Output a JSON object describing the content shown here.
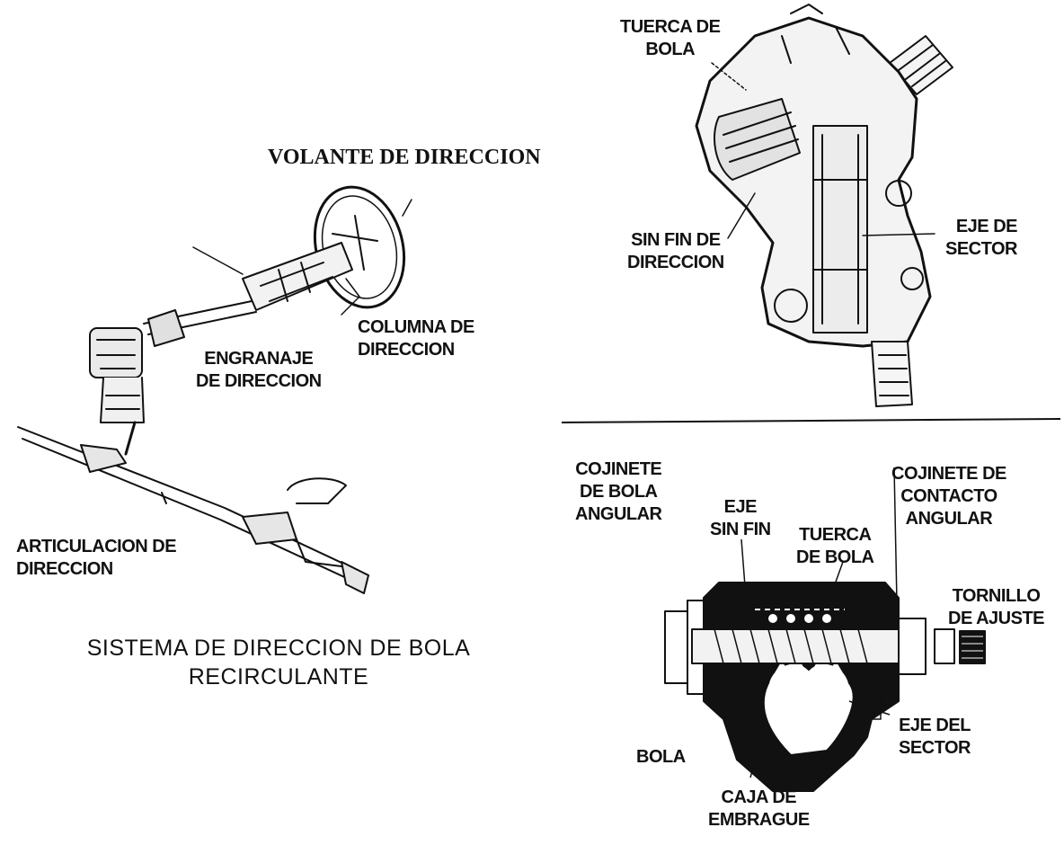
{
  "labels": {
    "volante": "VOLANTE DE DIRECCION",
    "columna": [
      "COLUMNA DE",
      "DIRECCION"
    ],
    "engranaje": [
      "ENGRANAJE",
      "DE DIRECCION"
    ],
    "articulacion": [
      "ARTICULACION DE",
      "DIRECCION"
    ],
    "sistema": [
      "SISTEMA DE DIRECCION DE BOLA",
      "RECIRCULANTE"
    ],
    "tuerca_bola_top": [
      "TUERCA DE",
      "BOLA"
    ],
    "sin_fin": [
      "SIN FIN DE",
      "DIRECCION"
    ],
    "eje_sector_top": [
      "EJE DE",
      "SECTOR"
    ],
    "cojinete_bola": [
      "COJINETE",
      "DE BOLA",
      "ANGULAR"
    ],
    "eje_sin_fin": [
      "EJE",
      "SIN FIN"
    ],
    "tuerca_bola_bottom": [
      "TUERCA",
      "DE BOLA"
    ],
    "cojinete_contacto": [
      "COJINETE DE",
      "CONTACTO",
      "ANGULAR"
    ],
    "tornillo": [
      "TORNILLO",
      "DE AJUSTE"
    ],
    "bola": "BOLA",
    "eje_del_sector": [
      "EJE DEL",
      "SECTOR"
    ],
    "caja": [
      "CAJA DE",
      "EMBRAGUE"
    ]
  },
  "colors": {
    "ink": "#111111",
    "paper": "#ffffff"
  }
}
